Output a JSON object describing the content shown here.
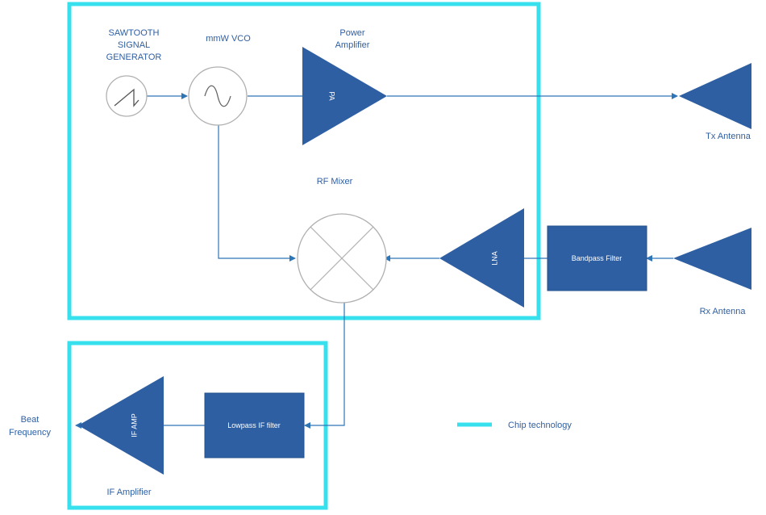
{
  "labels": {
    "sawtooth_line1": "SAWTOOTH",
    "sawtooth_line2": "SIGNAL",
    "sawtooth_line3": "GENERATOR",
    "vco": "mmW VCO",
    "power_amp_line1": "Power",
    "power_amp_line2": "Amplifier",
    "pa_inner": "PA",
    "tx_antenna": "Tx Antenna",
    "rf_mixer": "RF Mixer",
    "lna": "LNA",
    "bandpass_filter": "Bandpass Filter",
    "rx_antenna": "Rx Antenna",
    "if_amp_inner": "IF AMP",
    "lowpass_filter": "Lowpass IF filter",
    "if_amplifier": "IF Amplifier",
    "beat_line1": "Beat",
    "beat_line2": "Frequency",
    "legend": "Chip technology"
  },
  "colors": {
    "chip_border": "#36e0ec",
    "component_fill": "#2e5fa3",
    "wire": "#2e75b6",
    "text": "#2e5fa3"
  }
}
